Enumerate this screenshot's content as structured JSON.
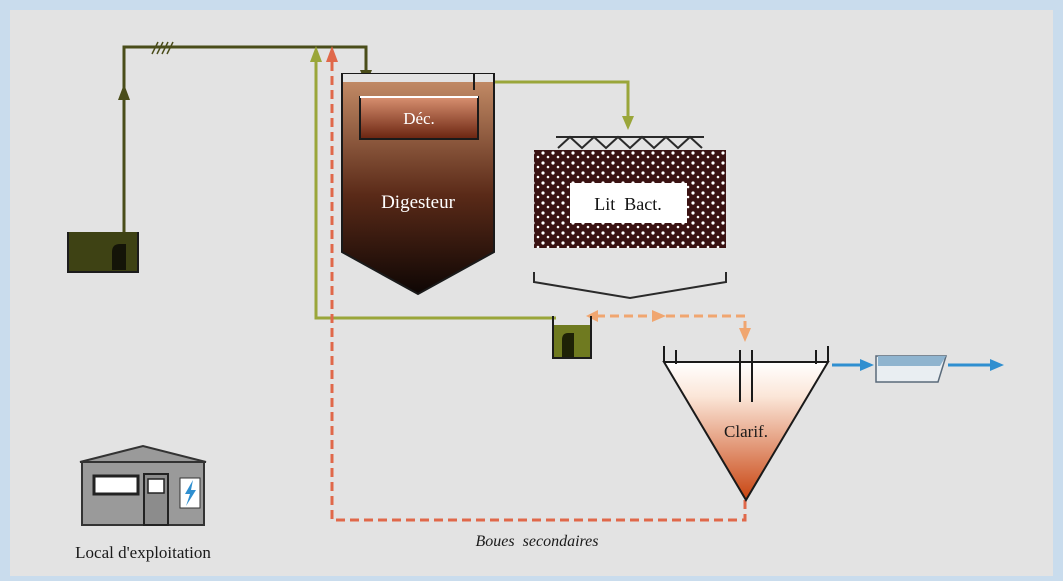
{
  "labels": {
    "decanter": "Déc.",
    "digester": "Digesteur",
    "trickling_filter": "Lit  Bact.",
    "clarifier": "Clarif.",
    "operations_building": "Local d'exploitation",
    "secondary_sludge": "Boues  secondaires"
  },
  "colors": {
    "frame": "#c9dced",
    "panel": "#e3e3e3",
    "raw_line": "#4a4d1a",
    "settled_line": "#9aa63a",
    "filtered_line": "#f0a670",
    "sludge_line": "#e0684a",
    "effluent_line": "#2f8fd0",
    "digester_top": "#c8906a",
    "digester_bottom": "#0e0604",
    "clarifier_top": "#ffffff",
    "clarifier_bottom": "#c84410",
    "filter_media": "#3a1212",
    "building_wall": "#9a9a9a"
  },
  "icons": {
    "pump": "pump-icon",
    "electric_panel": "lightning-icon"
  }
}
